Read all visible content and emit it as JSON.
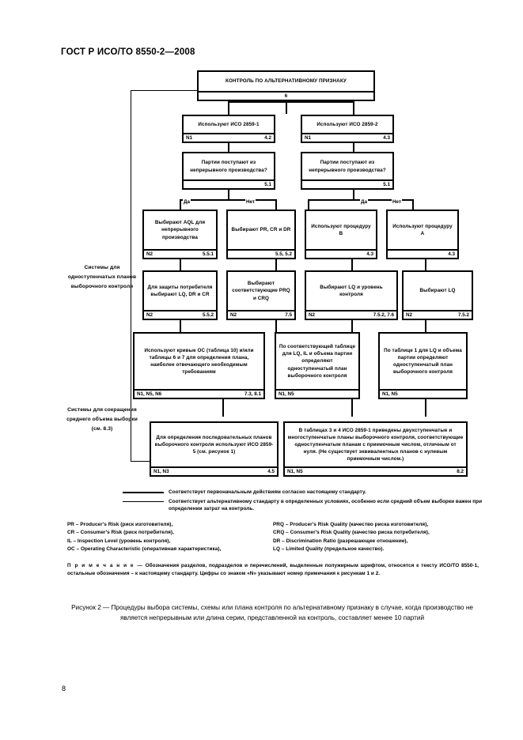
{
  "document": {
    "header": "ГОСТ Р ИСО/ТО 8550-2—2008",
    "page_number": "8"
  },
  "flowchart": {
    "root": {
      "text": "КОНТРОЛЬ ПО АЛЬТЕРНАТИВНОМУ ПРИЗНАКУ",
      "foot_left": "",
      "foot_right": "6"
    },
    "row2": [
      {
        "text": "Используют ИСО 2859-1",
        "foot_left": "N1",
        "foot_right": "4.2"
      },
      {
        "text": "Используют ИСО 2859-2",
        "foot_left": "N1",
        "foot_right": "4.3"
      }
    ],
    "row3": [
      {
        "text": "Партии поступают из непрерывного производства?",
        "foot_left": "",
        "foot_right": "5.1"
      },
      {
        "text": "Партии поступают из непрерывного производства?",
        "foot_left": "",
        "foot_right": "5.1"
      }
    ],
    "branch_labels": {
      "yes": "Да",
      "no": "Нет"
    },
    "row4": [
      {
        "text": "Выбирают AQL для непрерывного производства",
        "foot_left": "N2",
        "foot_right": "5.5.1"
      },
      {
        "text": "Выбирают PR, CR и DR",
        "foot_left": "",
        "foot_right": "5.5, 5.2"
      },
      {
        "text": "Используют процедуру B",
        "foot_left": "",
        "foot_right": "4.3"
      },
      {
        "text": "Используют процедуру A",
        "foot_left": "",
        "foot_right": "4.3"
      }
    ],
    "row5": [
      {
        "text": "Для защиты потребителя выбирают LQ, DR и CR",
        "foot_left": "N2",
        "foot_right": "5.5.2"
      },
      {
        "text": "Выбирают соответствующие PRQ и CRQ",
        "foot_left": "N2",
        "foot_right": "7.5"
      },
      {
        "text": "Выбирают LQ и уровень контроля",
        "foot_left": "N2",
        "foot_right": "7.5.2, 7.6"
      },
      {
        "text": "Выбирают LQ",
        "foot_left": "N2",
        "foot_right": "7.5.2"
      }
    ],
    "row6": [
      {
        "text": "Используют кривые ОС (таблица 10) и/или таблицы 6 и 7 для определения плана, наиболее отвечающего необходимым требованиям",
        "foot_left": "N1, N5, N6",
        "foot_right": "7.3, 8.1"
      },
      {
        "text": "По соответствующей таблице для LQ, IL и объема партии определяют одноступенчатый план выборочного контроля",
        "foot_left": "N1, N5",
        "foot_right": ""
      },
      {
        "text": "По таблице 1 для LQ и объема партии определяют одноступенчатый план выборочного контроля",
        "foot_left": "N1, N5",
        "foot_right": ""
      }
    ],
    "row7": [
      {
        "text": "Для определения последовательных планов выборочного контроля используют ИСО 2859-5 (см. рисунок 1)",
        "foot_left": "N1, N3",
        "foot_right": "4.5"
      },
      {
        "text": "В таблицах 3 и 4 ИСО 2859-1 приведены двухступенчатые и многоступенчатые планы выборочного контроля, соответствующие одноступенчатым планам с приемочным числом, отличным от нуля. (Не существует эквивалентных планов с нулевым приемочным числом.)",
        "foot_left": "N1, N5",
        "foot_right": "8.2"
      }
    ],
    "side_captions": {
      "upper": "Системы для одноступенчатых планов выборочного контроля",
      "lower": "Системы для сокращения среднего объема выборки (см. 8.3)"
    }
  },
  "legend": [
    {
      "style": "solid",
      "text": "Соответствует первоначальным действиям согласно настоящему стандарту."
    },
    {
      "style": "thin",
      "text": "Соответствует альтернативному стандарту в определенных условиях, особенно если средний объем выборки важен при определении затрат на контроль."
    }
  ],
  "abbreviations": {
    "left": [
      "PR – Producer's Risk (риск изготовителя),",
      "CR – Consumer's Risk (риск потребителя),",
      "IL  – Inspection Level (уровень контроля),",
      "OC – Operating Characteristic (оперативная характеристика),"
    ],
    "right": [
      "PRQ – Producer's Risk Quality (качество риска изготовителя),",
      "CRQ – Consumer's Risk Quality (качество риска потребителя),",
      "DR – Discrimination Ratio (разрешающее отношение),",
      "LQ – Limited Quality (предельное качество)."
    ]
  },
  "note": {
    "lead": "П р и м е ч а н и е  —",
    "text": " Обозначения разделов, подразделов и перечислений, выделенные полужирным шрифтом, относятся к тексту ИСО/ТО 8550-1, остальные обозначения – к настоящему стандарту. Цифры со знаком «N» указывают номер примечания к рисункам 1 и 2."
  },
  "caption": "Рисунок 2 — Процедуры выбора системы, схемы или плана контроля по альтернативному признаку в случае, когда производство не является непрерывным или длина серии, представленной на контроль, составляет менее 10 партий"
}
